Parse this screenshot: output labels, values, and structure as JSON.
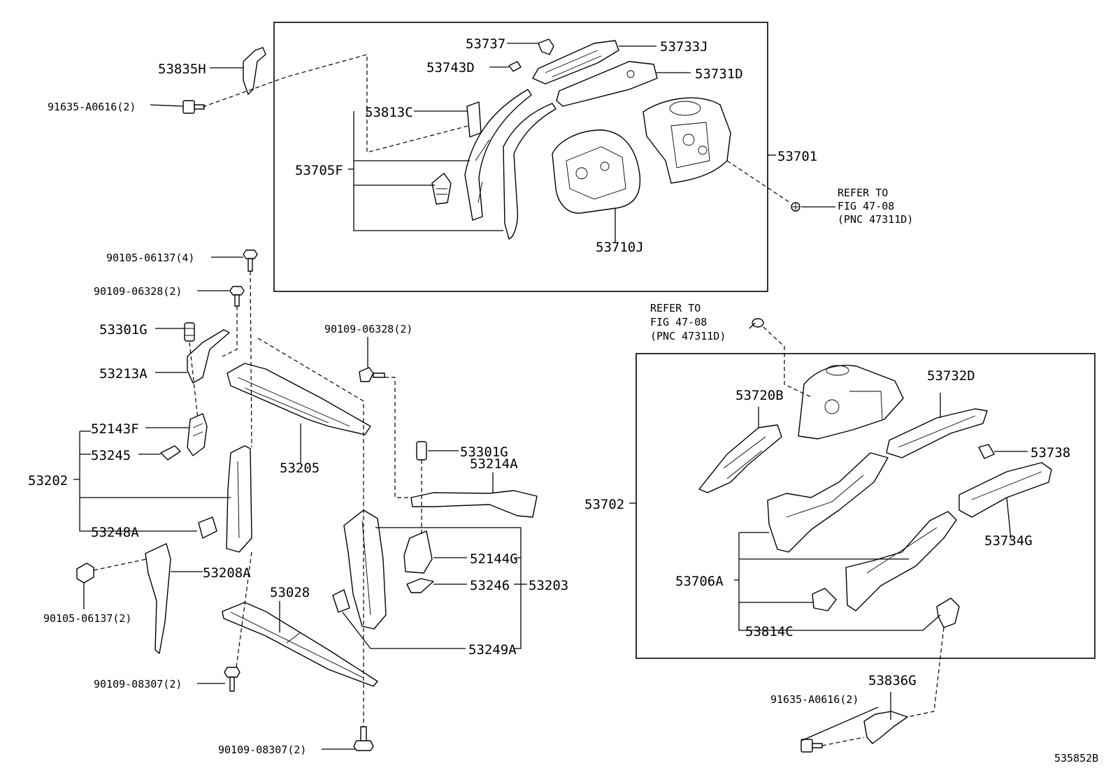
{
  "figure_id": "535852B",
  "labels": {
    "l53835H": "53835H",
    "l91635_a": "91635-A0616(2)",
    "l53737": "53737",
    "l53743D": "53743D",
    "l53813C": "53813C",
    "l53705F": "53705F",
    "l53733J": "53733J",
    "l53731D": "53731D",
    "l53701": "53701",
    "l53710J": "53710J",
    "refer_top_1": "REFER TO",
    "refer_top_2": "FIG 47-08",
    "refer_top_3": "(PNC 47311D)",
    "l90105_06137_4": "90105-06137(4)",
    "l90109_06328_2a": "90109-06328(2)",
    "l53301G_a": "53301G",
    "l53213A": "53213A",
    "l52143F": "52143F",
    "l53245": "53245",
    "l53202": "53202",
    "l53248A": "53248A",
    "l53208A": "53208A",
    "l90105_06137_2": "90105-06137(2)",
    "l90109_08307_2a": "90109-08307(2)",
    "l90109_08307_2b": "90109-08307(2)",
    "l53205": "53205",
    "l53028": "53028",
    "l90109_06328_2b": "90109-06328(2)",
    "l53301G_b": "53301G",
    "l53214A": "53214A",
    "l52144G": "52144G",
    "l53246": "53246",
    "l53203": "53203",
    "l53249A": "53249A",
    "refer_mid_1": "REFER TO",
    "refer_mid_2": "FIG 47-08",
    "refer_mid_3": "(PNC 47311D)",
    "l53720B": "53720B",
    "l53732D": "53732D",
    "l53738": "53738",
    "l53702": "53702",
    "l53734G": "53734G",
    "l53706A": "53706A",
    "l53814C": "53814C",
    "l53836G": "53836G",
    "l91635_b": "91635-A0616(2)"
  }
}
